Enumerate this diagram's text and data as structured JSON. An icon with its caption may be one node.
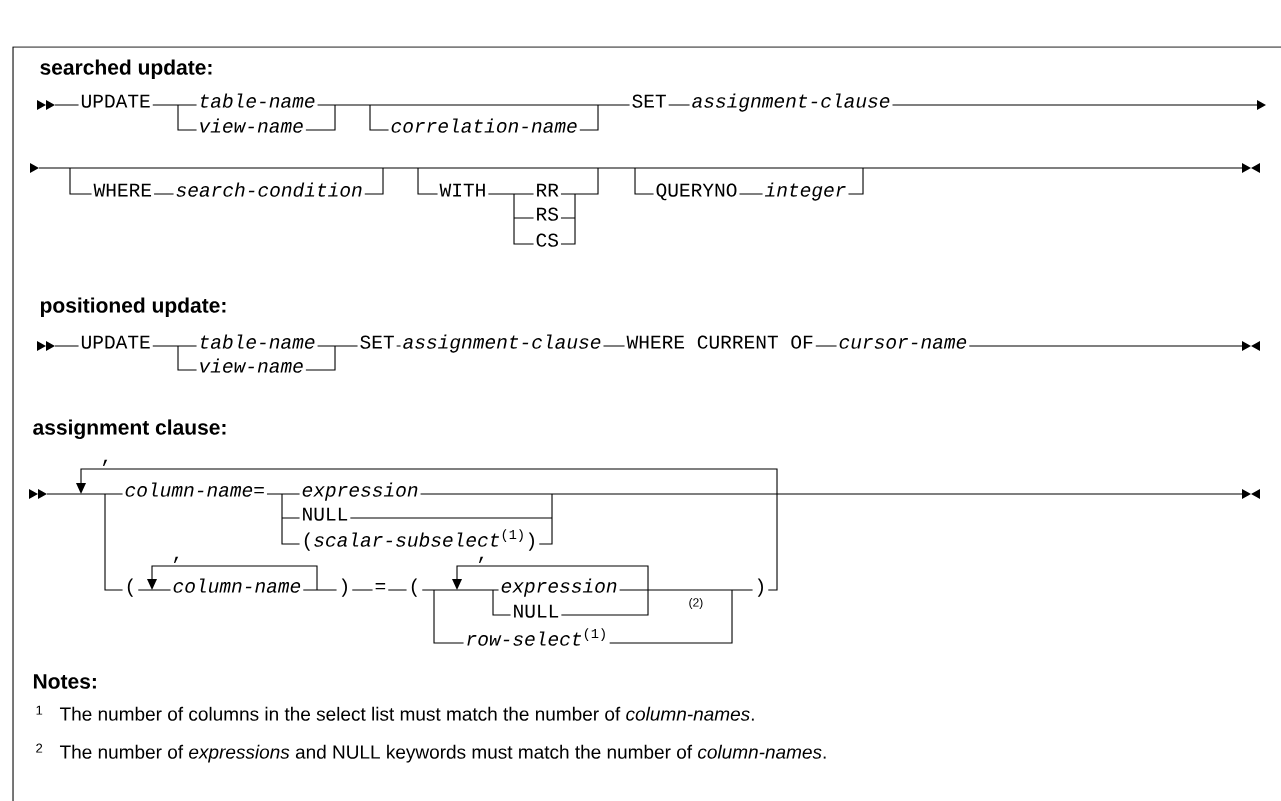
{
  "diagram": {
    "labels": [
      "searched update:",
      "UPDATE",
      "table-name",
      "SET",
      "assignment-clause",
      "view-name",
      "correlation-name",
      "WHERE",
      "search-condition",
      "WITH",
      "RR",
      "QUERYNO",
      "integer",
      "RS",
      "CS",
      "positioned update:",
      "UPDATE",
      "table-name",
      "SET",
      "assignment-clause",
      "WHERE CURRENT OF",
      "cursor-name",
      "view-name",
      "assignment clause:",
      ",",
      "column-name=",
      "expression",
      "NULL",
      "(*scalar-subselect*$^{(1)}$)",
      ",",
      ",",
      "(",
      "column-name",
      ")",
      "=",
      "(",
      "expression",
      "(2)",
      ")",
      "NULL",
      "*row-select*$^{(1)}$",
      "Notes:",
      "1",
      "The number of columns in the select list must match the number of *column-names*.",
      "2",
      "The number of *expressions* and NULL keywords must match the number of *column-names*."
    ]
  }
}
